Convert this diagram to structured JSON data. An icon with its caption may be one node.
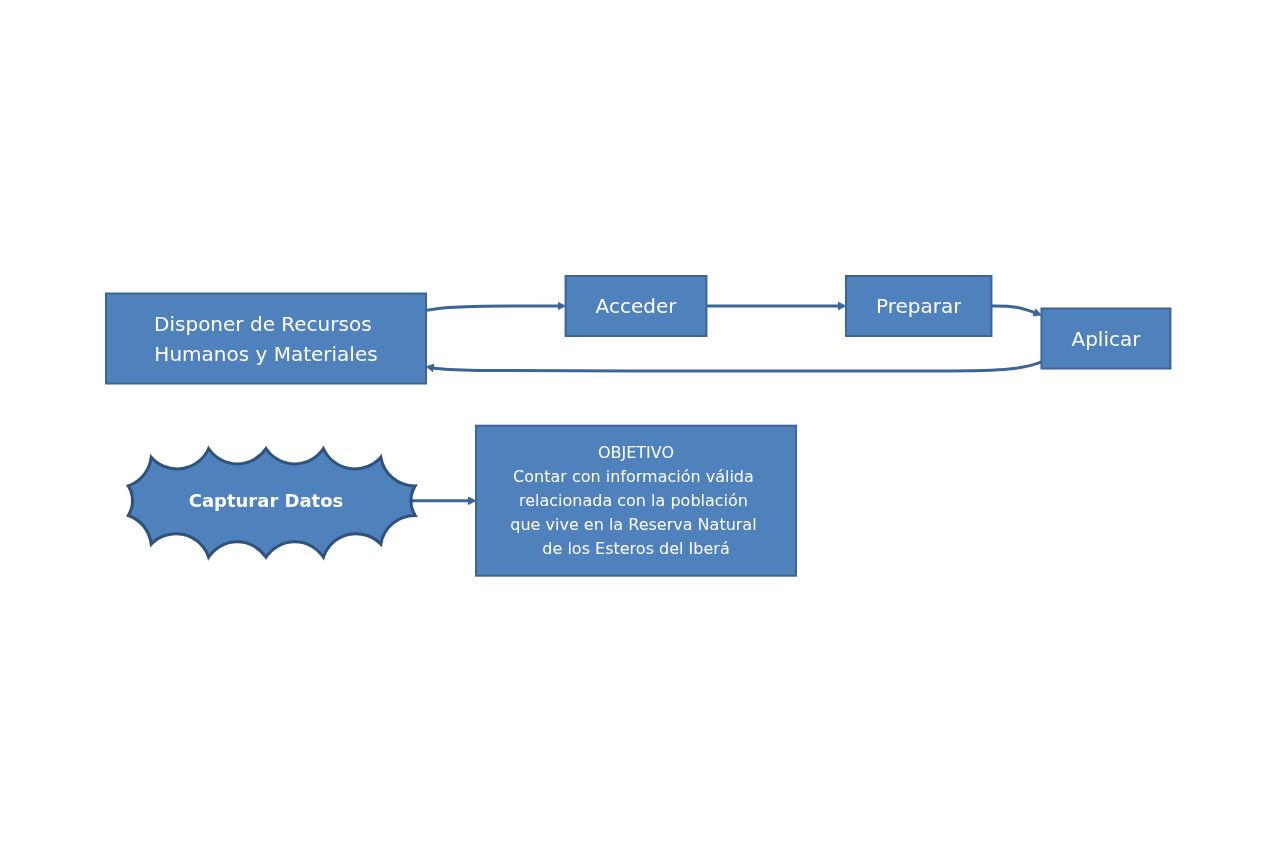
{
  "diagram": {
    "nodes": [
      {
        "text": [
          "Disponer de Recursos Humanos y Materiales"
        ]
      },
      {
        "text": [
          "Acceder"
        ]
      },
      {
        "text": [
          "Preparar"
        ]
      },
      {
        "text": [
          "Aplicar"
        ]
      },
      {
        "text": [
          "OBJETIVO",
          "Contar con información válida relacionada con la población que vive en la Reserva Natural de los Esteros del Iberá"
        ]
      },
      {
        "text": [
          "Capturar Datos"
        ]
      }
    ],
    "edges": [
      {
        "from": 0,
        "to": 1,
        "arrow": "to"
      },
      {
        "from": 1,
        "to": 2,
        "arrow": "to"
      },
      {
        "from": 2,
        "to": 3,
        "arrow": "to"
      },
      {
        "from": 3,
        "to": 0,
        "arrow": "to"
      },
      {
        "from": 5,
        "to": 4,
        "arrow": "to"
      }
    ]
  }
}
